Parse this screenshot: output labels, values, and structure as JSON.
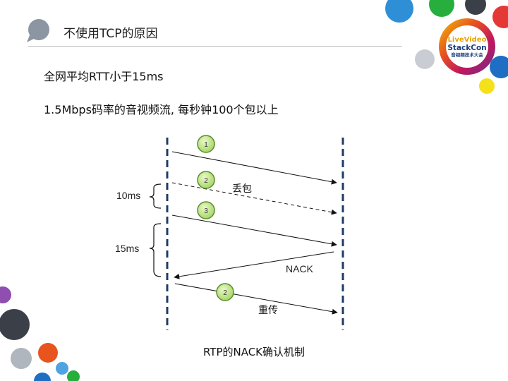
{
  "slide": {
    "title": "不使用TCP的原因",
    "bullets": [
      "全网平均RTT小于15ms",
      "1.5Mbps码率的音视频流, 每秒钟100个包以上"
    ],
    "caption": "RTP的NACK确认机制"
  },
  "diagram": {
    "interval_labels": [
      "10ms",
      "15ms"
    ],
    "packets": [
      {
        "number": "1",
        "label": ""
      },
      {
        "number": "2",
        "label": "丢包"
      },
      {
        "number": "3",
        "label": ""
      },
      {
        "number": "2",
        "label": "重传"
      }
    ],
    "nack_label": "NACK"
  },
  "logo": {
    "line1": "LiveVideo",
    "line2": "StackCon",
    "line3": "音视频技术大会"
  },
  "colors": {
    "timeline": "#1f3b63",
    "packet_fill": "#c4e88a",
    "packet_stroke": "#5a8e2a",
    "title_bubble": "#8c96a3"
  }
}
